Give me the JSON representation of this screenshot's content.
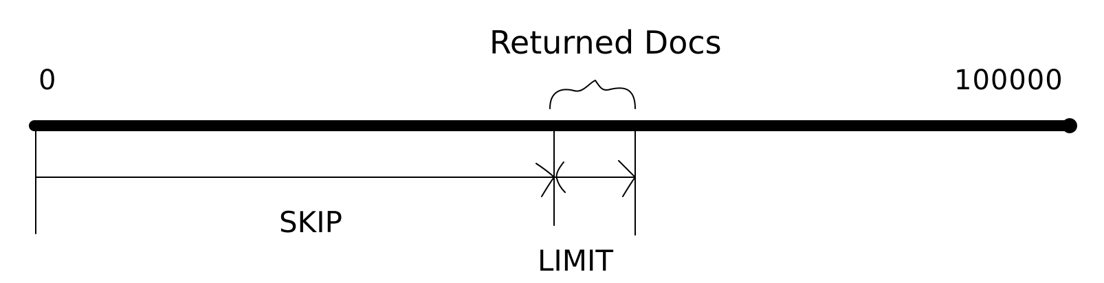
{
  "diagram": {
    "labels": {
      "start": "0",
      "end": "100000",
      "returned": "Returned Docs",
      "skip": "SKIP",
      "limit": "LIMIT"
    },
    "colors": {
      "ink": "#000000",
      "background": "#ffffff"
    }
  }
}
